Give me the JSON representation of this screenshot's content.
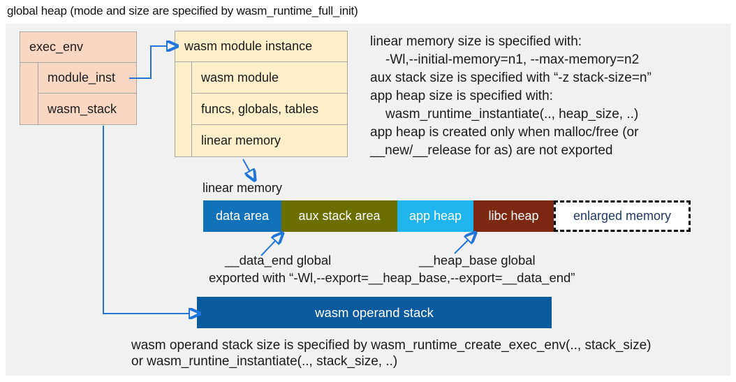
{
  "title": "global heap (mode and size are specified by wasm_runtime_full_init)",
  "exec_env": {
    "title": "exec_env",
    "fields": [
      "module_inst",
      "wasm_stack"
    ]
  },
  "module_instance": {
    "title": "wasm module instance",
    "fields": [
      "wasm module",
      "funcs, globals, tables",
      "linear memory"
    ]
  },
  "notes_right": {
    "lines": [
      "linear memory size is specified with:",
      "-Wl,--initial-memory=n1, --max-memory=n2",
      "aux stack size is specified with “-z stack-size=n”",
      "app heap size is specified with:",
      "wasm_runtime_instantiate(.., heap_size, ..)",
      "app heap is created only when malloc/free (or",
      "__new/__release for as) are not exported"
    ]
  },
  "linear_memory": {
    "label": "linear memory",
    "segments": [
      {
        "label": "data area",
        "color": "#1272b9",
        "text_color": "#ffffff"
      },
      {
        "label": "aux stack area",
        "color": "#6c6e00",
        "text_color": "#ffffff"
      },
      {
        "label": "app heap",
        "color": "#20b4ee",
        "text_color": "#ffffff"
      },
      {
        "label": "libc heap",
        "color": "#7c2812",
        "text_color": "#ffffff"
      },
      {
        "label": "enlarged memory",
        "color": "#ffffff",
        "text_color": "#1f3a63",
        "border": "dashed"
      }
    ]
  },
  "globals_labels": {
    "data_end": "__data_end global",
    "heap_base": "__heap_base global",
    "export_line": "exported with “-Wl,--export=__heap_base,--export=__data_end”"
  },
  "operand_stack": {
    "label": "wasm operand stack"
  },
  "footer": {
    "line1": "wasm operand stack size is specified by wasm_runtime_create_exec_env(.., stack_size)",
    "line2": "or wasm_runtine_instantiate(.., stack_size, ..)"
  },
  "colors": {
    "panel_bg": "#f1f1f1",
    "exec_env_fill": "#fad7c5",
    "module_instance_fill": "#fcefc9",
    "box_border": "#a6a6a6",
    "arrow": "#2276d9",
    "operand_stack_fill": "#0b5a9e",
    "enlarged_memory_text": "#1f3a63",
    "text": "#1a1a1a"
  }
}
